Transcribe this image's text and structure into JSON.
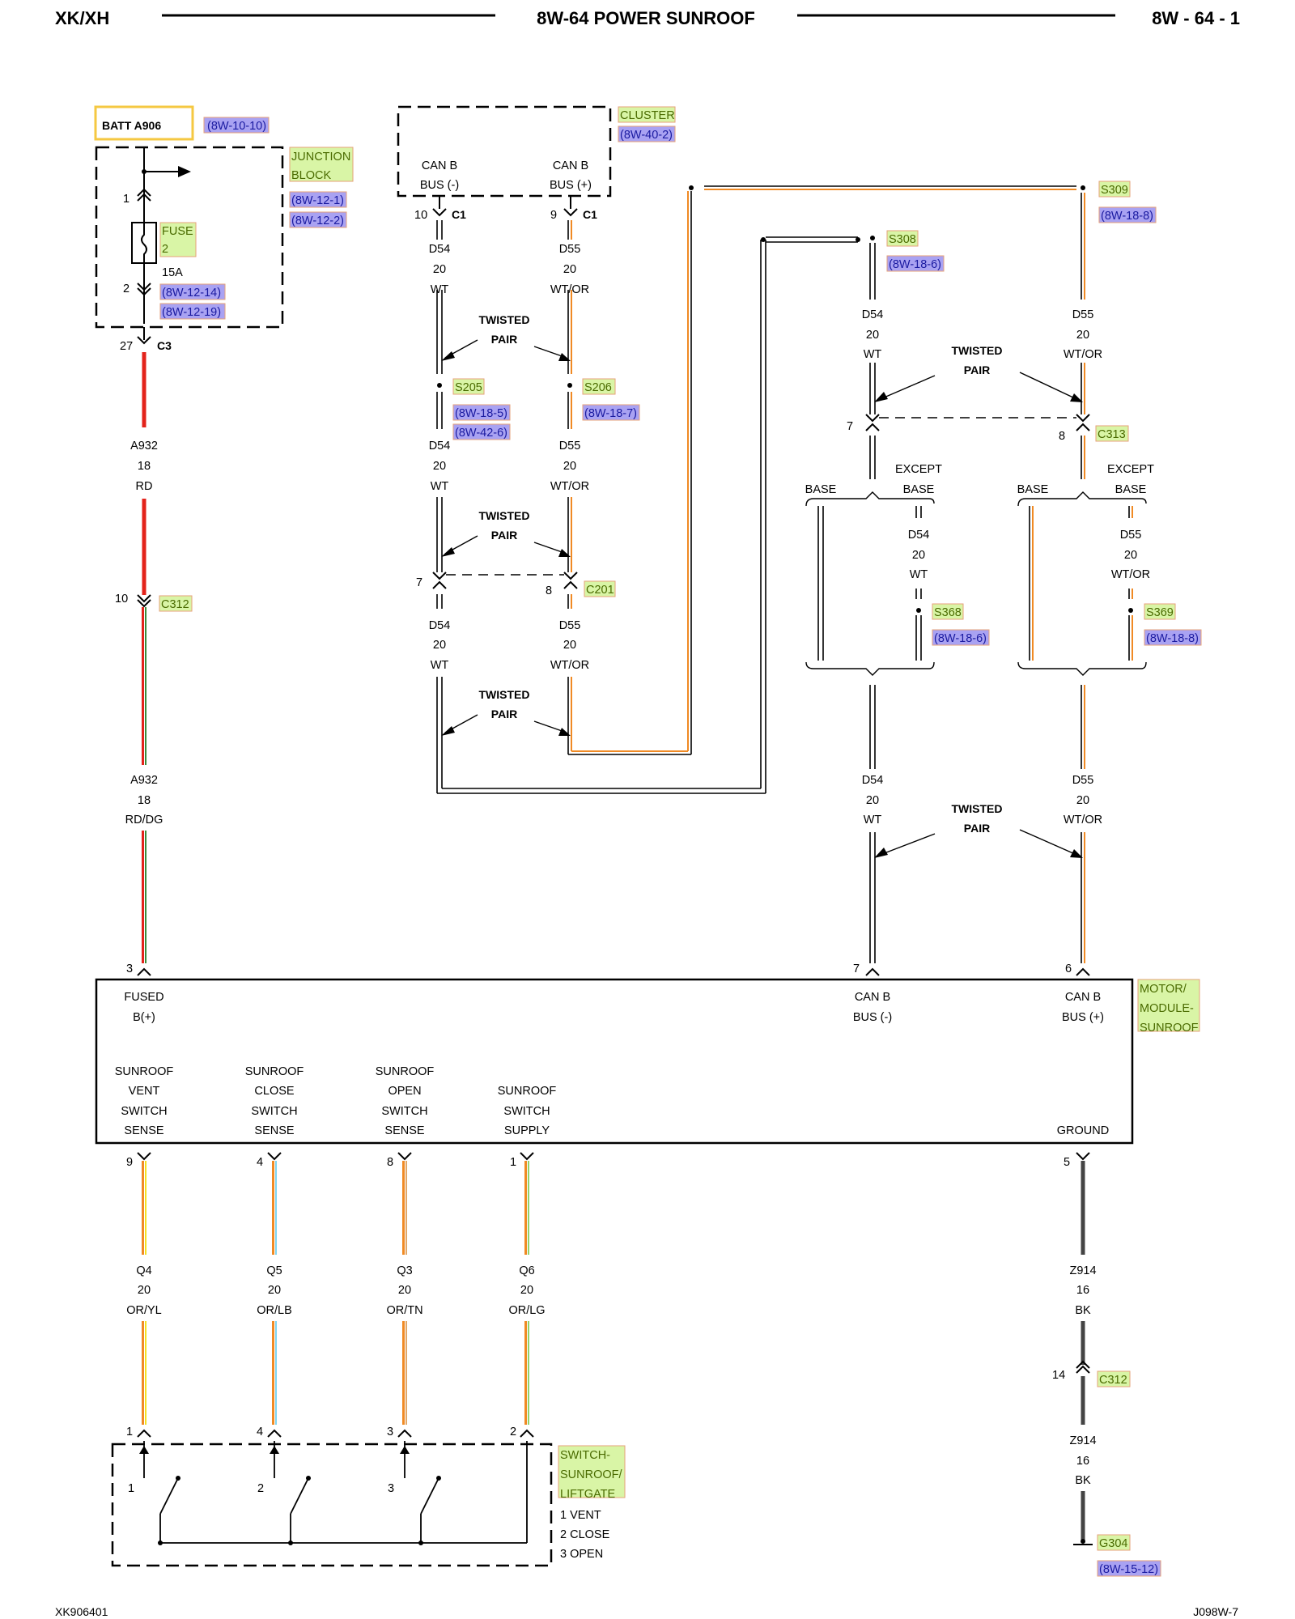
{
  "header": {
    "left": "XK/XH",
    "title": "8W-64 POWER SUNROOF",
    "page": "8W - 64 - 1"
  },
  "footer": {
    "left": "XK906401",
    "right": "J098W-7"
  },
  "colors": {
    "red": "#e3231b",
    "orange": "#f08a24",
    "yellow": "#f5e020",
    "light_blue": "#7fd4f0",
    "tan": "#e0a86a",
    "light_green": "#8fd16a",
    "dark_green": "#3a8a3a",
    "black": "#1a1a1a",
    "gray": "#444444",
    "ref_blue": "#a9a2f2",
    "ref_green": "#d9f5a6",
    "ref_border": "#e6a27a",
    "battery_box": "#f5c842"
  },
  "power": {
    "batt": "BATT A906",
    "batt_ref": "(8W-10-10)",
    "junction_block": [
      "JUNCTION",
      "BLOCK"
    ],
    "jb_refs": [
      "(8W-12-1)",
      "(8W-12-2)"
    ],
    "fuse_label": [
      "FUSE",
      "2"
    ],
    "fuse_rating": "15A",
    "fuse_refs": [
      "(8W-12-14)",
      "(8W-12-19)"
    ],
    "pin_in": "1",
    "pin_out": "2",
    "c3_pin": "27",
    "c3": "C3",
    "wire1": [
      "A932",
      "18",
      "RD"
    ],
    "c312_pin": "10",
    "c312": "C312",
    "wire2": [
      "A932",
      "18",
      "RD/DG"
    ]
  },
  "cluster": {
    "label": "CLUSTER",
    "ref": "(8W-40-2)",
    "pin_minus": [
      "CAN B",
      "BUS (-)"
    ],
    "pin_plus": [
      "CAN B",
      "BUS (+)"
    ],
    "c1_minus_pin": "10",
    "c1_plus_pin": "9",
    "c1": "C1"
  },
  "can_left": {
    "twisted_pair": [
      "TWISTED",
      "PAIR"
    ],
    "wire_d54": [
      "D54",
      "20",
      "WT"
    ],
    "wire_d55": [
      "D55",
      "20",
      "WT/OR"
    ],
    "s205": "S205",
    "s205_refs": [
      "(8W-18-5)",
      "(8W-42-6)"
    ],
    "s206": "S206",
    "s206_ref": "(8W-18-7)",
    "c201": "C201",
    "c201_pin_minus": "7",
    "c201_pin_plus": "8"
  },
  "can_right": {
    "s308": "S308",
    "s308_ref": "(8W-18-6)",
    "s309": "S309",
    "s309_ref": "(8W-18-8)",
    "c313": "C313",
    "c313_pin_minus": "7",
    "c313_pin_plus": "8",
    "base": "BASE",
    "except_base": [
      "EXCEPT",
      "BASE"
    ],
    "s368": "S368",
    "s368_ref": "(8W-18-6)",
    "s369": "S369",
    "s369_ref": "(8W-18-8)"
  },
  "module": {
    "label": [
      "MOTOR/",
      "MODULE-",
      "SUNROOF"
    ],
    "fused_b": [
      "FUSED",
      "B(+)"
    ],
    "can_minus": [
      "CAN B",
      "BUS (-)"
    ],
    "can_plus": [
      "CAN B",
      "BUS (+)"
    ],
    "pin_fused": "3",
    "pin_can_minus": "7",
    "pin_can_plus": "6",
    "ground": "GROUND",
    "pin_ground": "5",
    "sense": [
      {
        "lines": [
          "SUNROOF",
          "VENT",
          "SWITCH",
          "SENSE"
        ],
        "pin": "9",
        "wire": [
          "Q4",
          "20",
          "OR/YL"
        ],
        "switch_pin": "1"
      },
      {
        "lines": [
          "SUNROOF",
          "CLOSE",
          "SWITCH",
          "SENSE"
        ],
        "pin": "4",
        "wire": [
          "Q5",
          "20",
          "OR/LB"
        ],
        "switch_pin": "4"
      },
      {
        "lines": [
          "SUNROOF",
          "OPEN",
          "SWITCH",
          "SENSE"
        ],
        "pin": "8",
        "wire": [
          "Q3",
          "20",
          "OR/TN"
        ],
        "switch_pin": "3"
      },
      {
        "lines": [
          "SUNROOF",
          "SWITCH",
          "SUPPLY"
        ],
        "pin": "1",
        "wire": [
          "Q6",
          "20",
          "OR/LG"
        ],
        "switch_pin": "2"
      }
    ]
  },
  "ground": {
    "wire1": [
      "Z914",
      "16",
      "BK"
    ],
    "c312_pin": "14",
    "c312": "C312",
    "wire2": [
      "Z914",
      "16",
      "BK"
    ],
    "g304": "G304",
    "g304_ref": "(8W-15-12)"
  },
  "switch": {
    "label": [
      "SWITCH-",
      "SUNROOF/",
      "LIFTGATE"
    ],
    "internal_numbers": [
      "1",
      "2",
      "3"
    ],
    "legend": [
      "1 VENT",
      "2 CLOSE",
      "3 OPEN"
    ]
  }
}
